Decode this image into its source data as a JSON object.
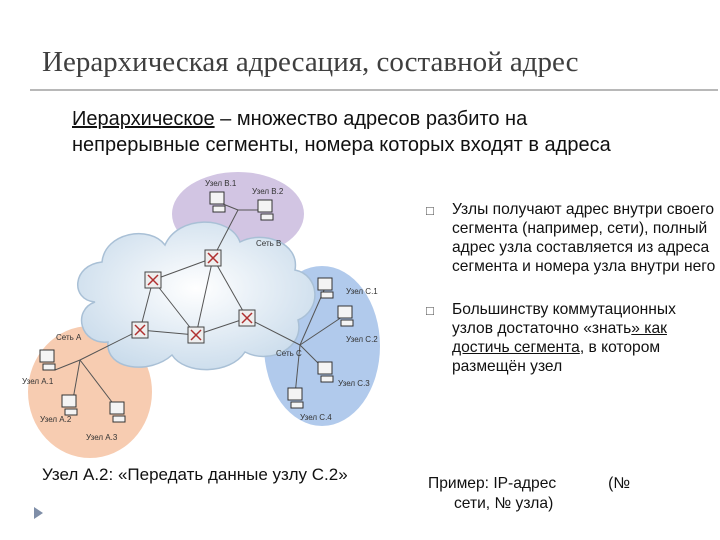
{
  "title": "Иерархическая адресация, составной адрес",
  "subtitle": {
    "term": "Иерархическое",
    "rest_line1": " – множество адресов разбито на",
    "line2": "непрерывные сегменты, номера которых входят в адреса"
  },
  "bullets": [
    {
      "text": "Узлы получают адрес внутри своего сегмента (например, сети), полный адрес узла составляется из адреса сегмента и номера узла внутри него"
    },
    {
      "text_pre": "Большинству коммутационных узлов достаточно «знать",
      "text_link": "» как достичь сегмента",
      "text_post": ", в котором размещён узел"
    }
  ],
  "example": {
    "line1": "Пример: IP-адрес",
    "paren": "(№",
    "line2": "сети, № узла)"
  },
  "caption": "Узел А.2: «Передать данные узлу С.2»",
  "diagram": {
    "net_a": "Сеть A",
    "net_b": "Сеть B",
    "net_c": "Сеть C",
    "hosts": [
      "Узел A.1",
      "Узел A.2",
      "Узел A.3",
      "Узел B.1",
      "Узел B.2",
      "Узел C.1",
      "Узел C.2",
      "Узел C.3",
      "Узел C.4"
    ]
  },
  "icons": {
    "bullet": "checkbox-bullet-icon",
    "nav": "triangle-nav-icon"
  },
  "colors": {
    "net_a": "#f6c7a8",
    "net_b": "#cdbfe0",
    "net_c": "#a8c4ea",
    "cloud": "#dfe9f3"
  }
}
